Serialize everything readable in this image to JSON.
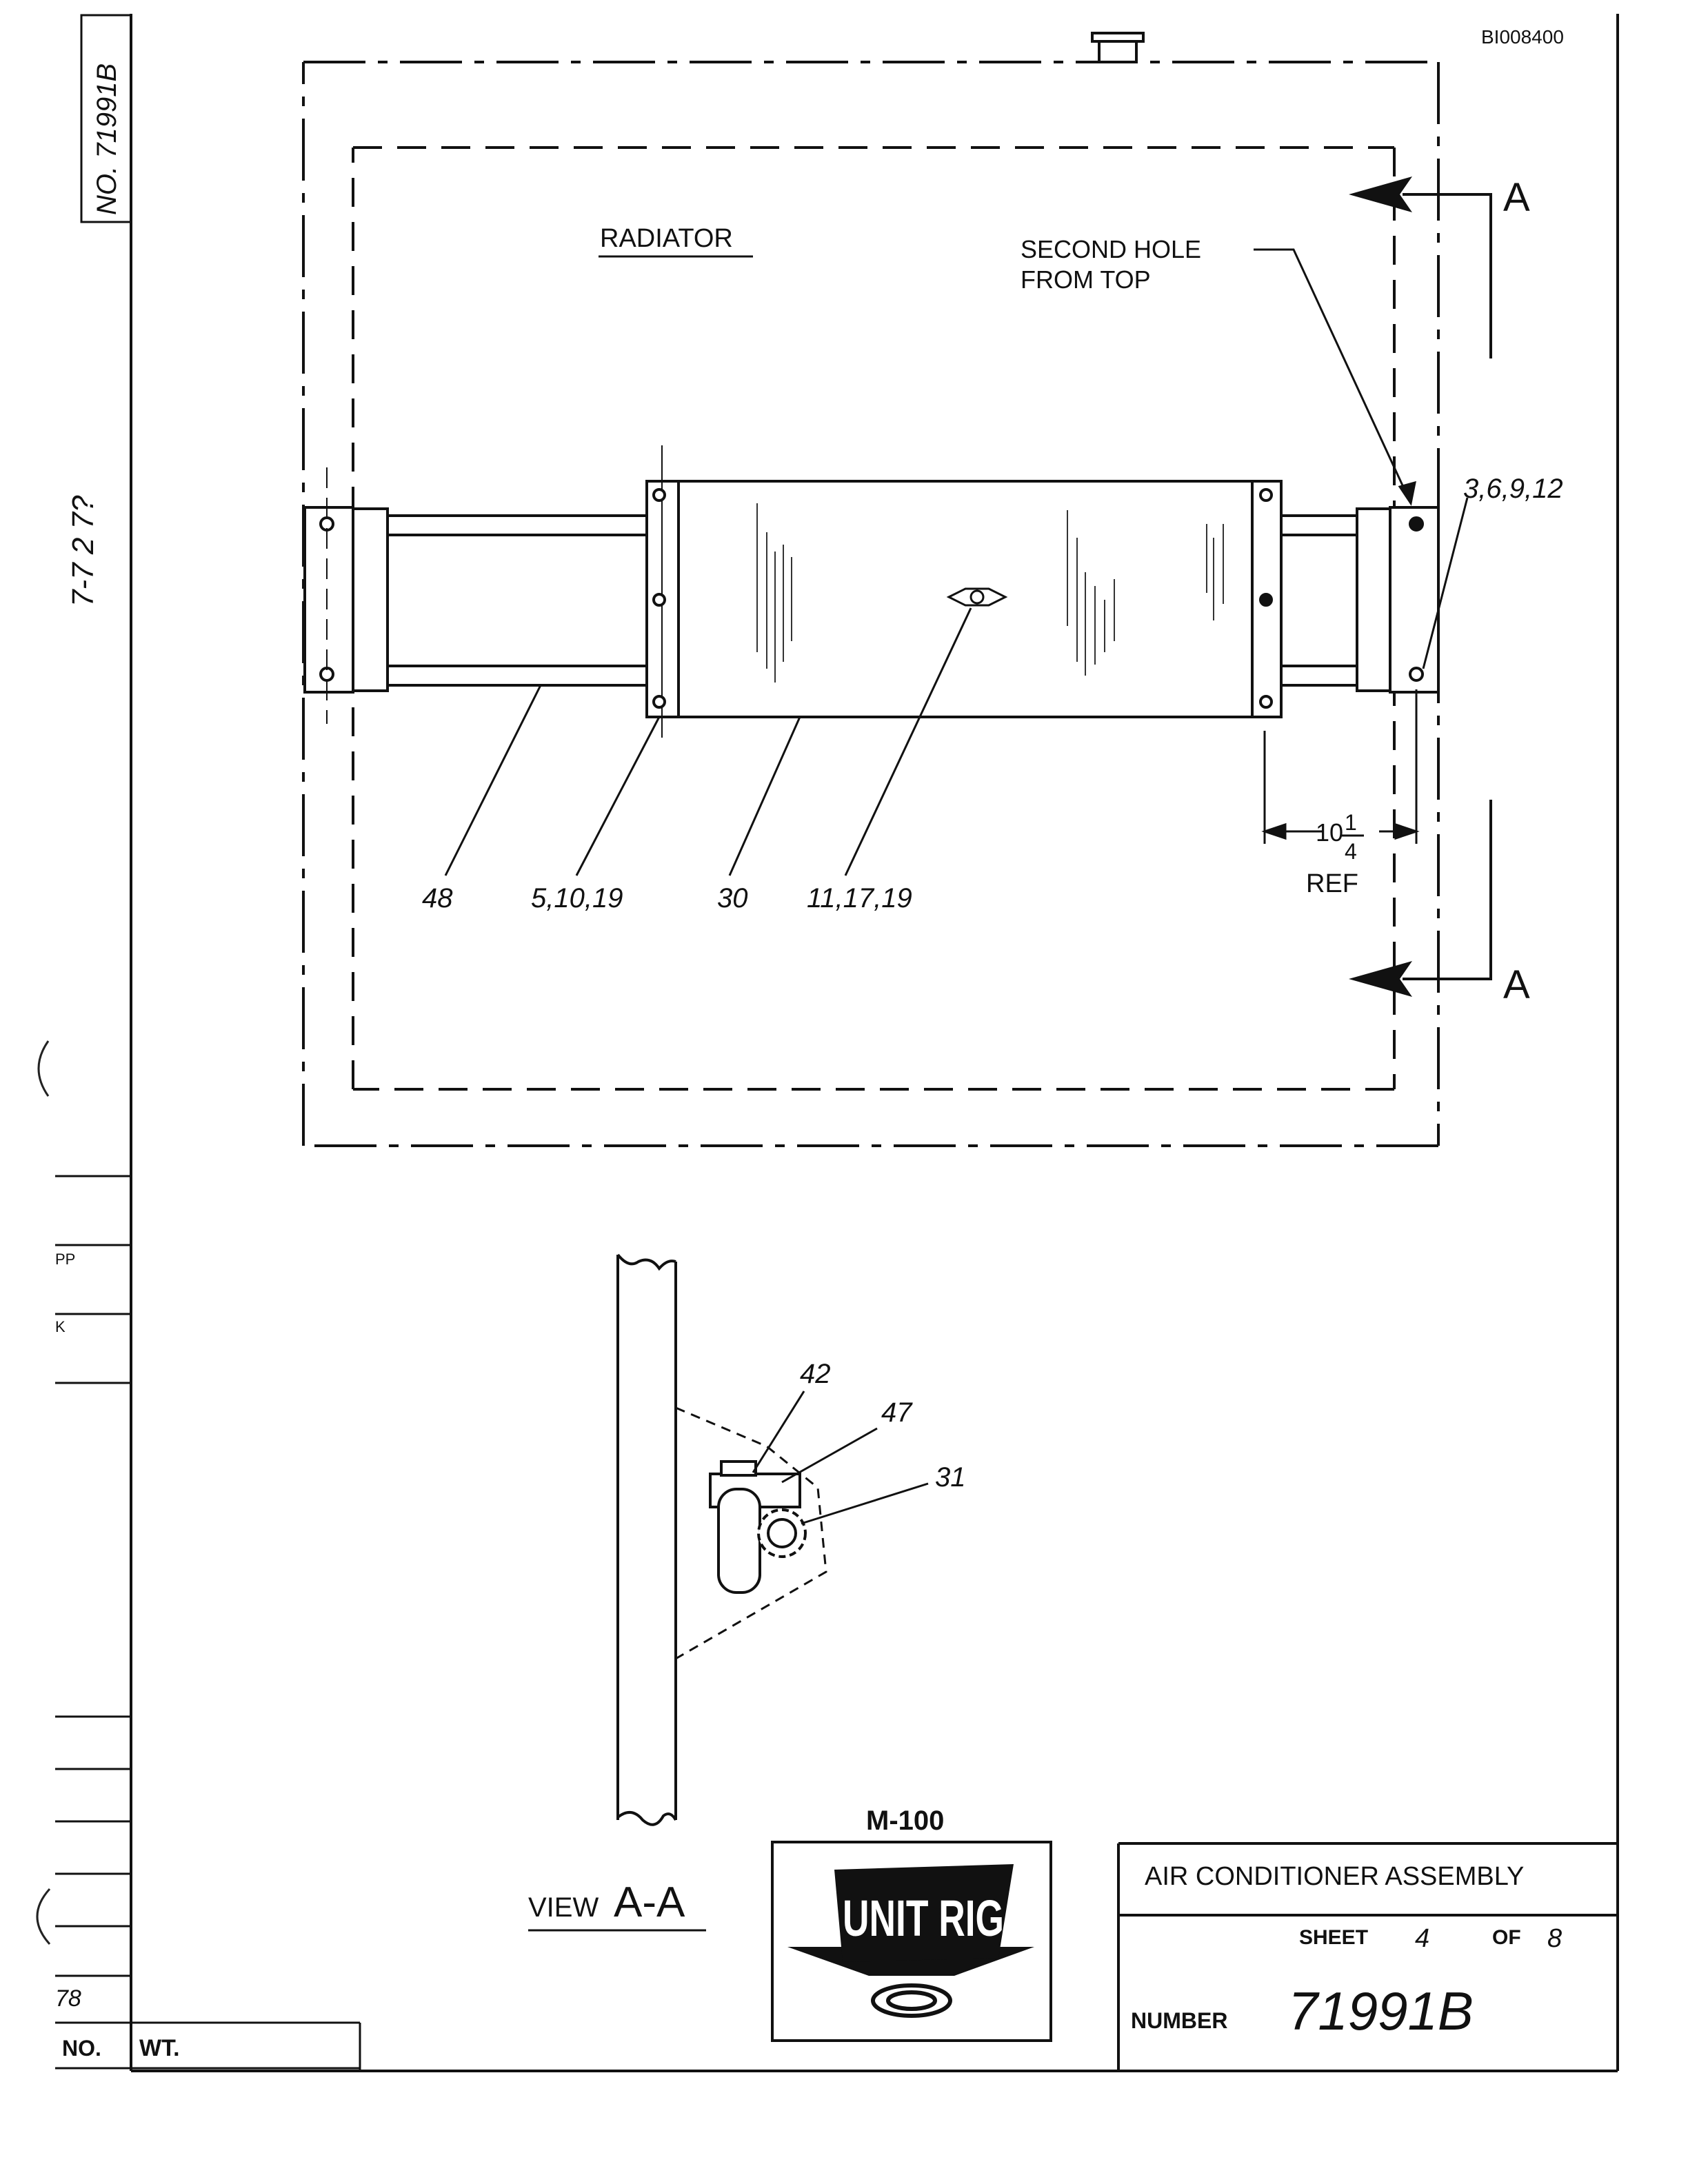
{
  "drawing_ref": "BI008400",
  "side_strip": {
    "drawing_no": "NO. 71991B",
    "handwritten": "7-7 2 7?",
    "pp_label": "PP",
    "k_label": "K",
    "num_78": "78",
    "part_no_label": "NO.",
    "weight_label": "WT."
  },
  "main_view": {
    "title": "RADIATOR",
    "note_line1": "SECOND HOLE",
    "note_line2": "FROM TOP",
    "section_marker_top": "A",
    "section_marker_bottom": "A",
    "dimension_whole": "10",
    "dimension_num": "1",
    "dimension_den": "4",
    "dimension_ref": "REF",
    "callouts": [
      "48",
      "5,10,19",
      "30",
      "11,17,19",
      "3,6,9,12"
    ]
  },
  "section_view": {
    "title_prefix": "VIEW",
    "title_section": "A-A",
    "callouts": [
      "42",
      "47",
      "31"
    ]
  },
  "logo": {
    "model": "M-100",
    "brand": "UNIT RIG"
  },
  "title_block": {
    "title": "AIR CONDITIONER ASSEMBLY",
    "sheet_label": "SHEET",
    "sheet_num": "4",
    "of_label": "OF",
    "sheet_total": "8",
    "number_label": "NUMBER",
    "number_value": "71991B"
  }
}
